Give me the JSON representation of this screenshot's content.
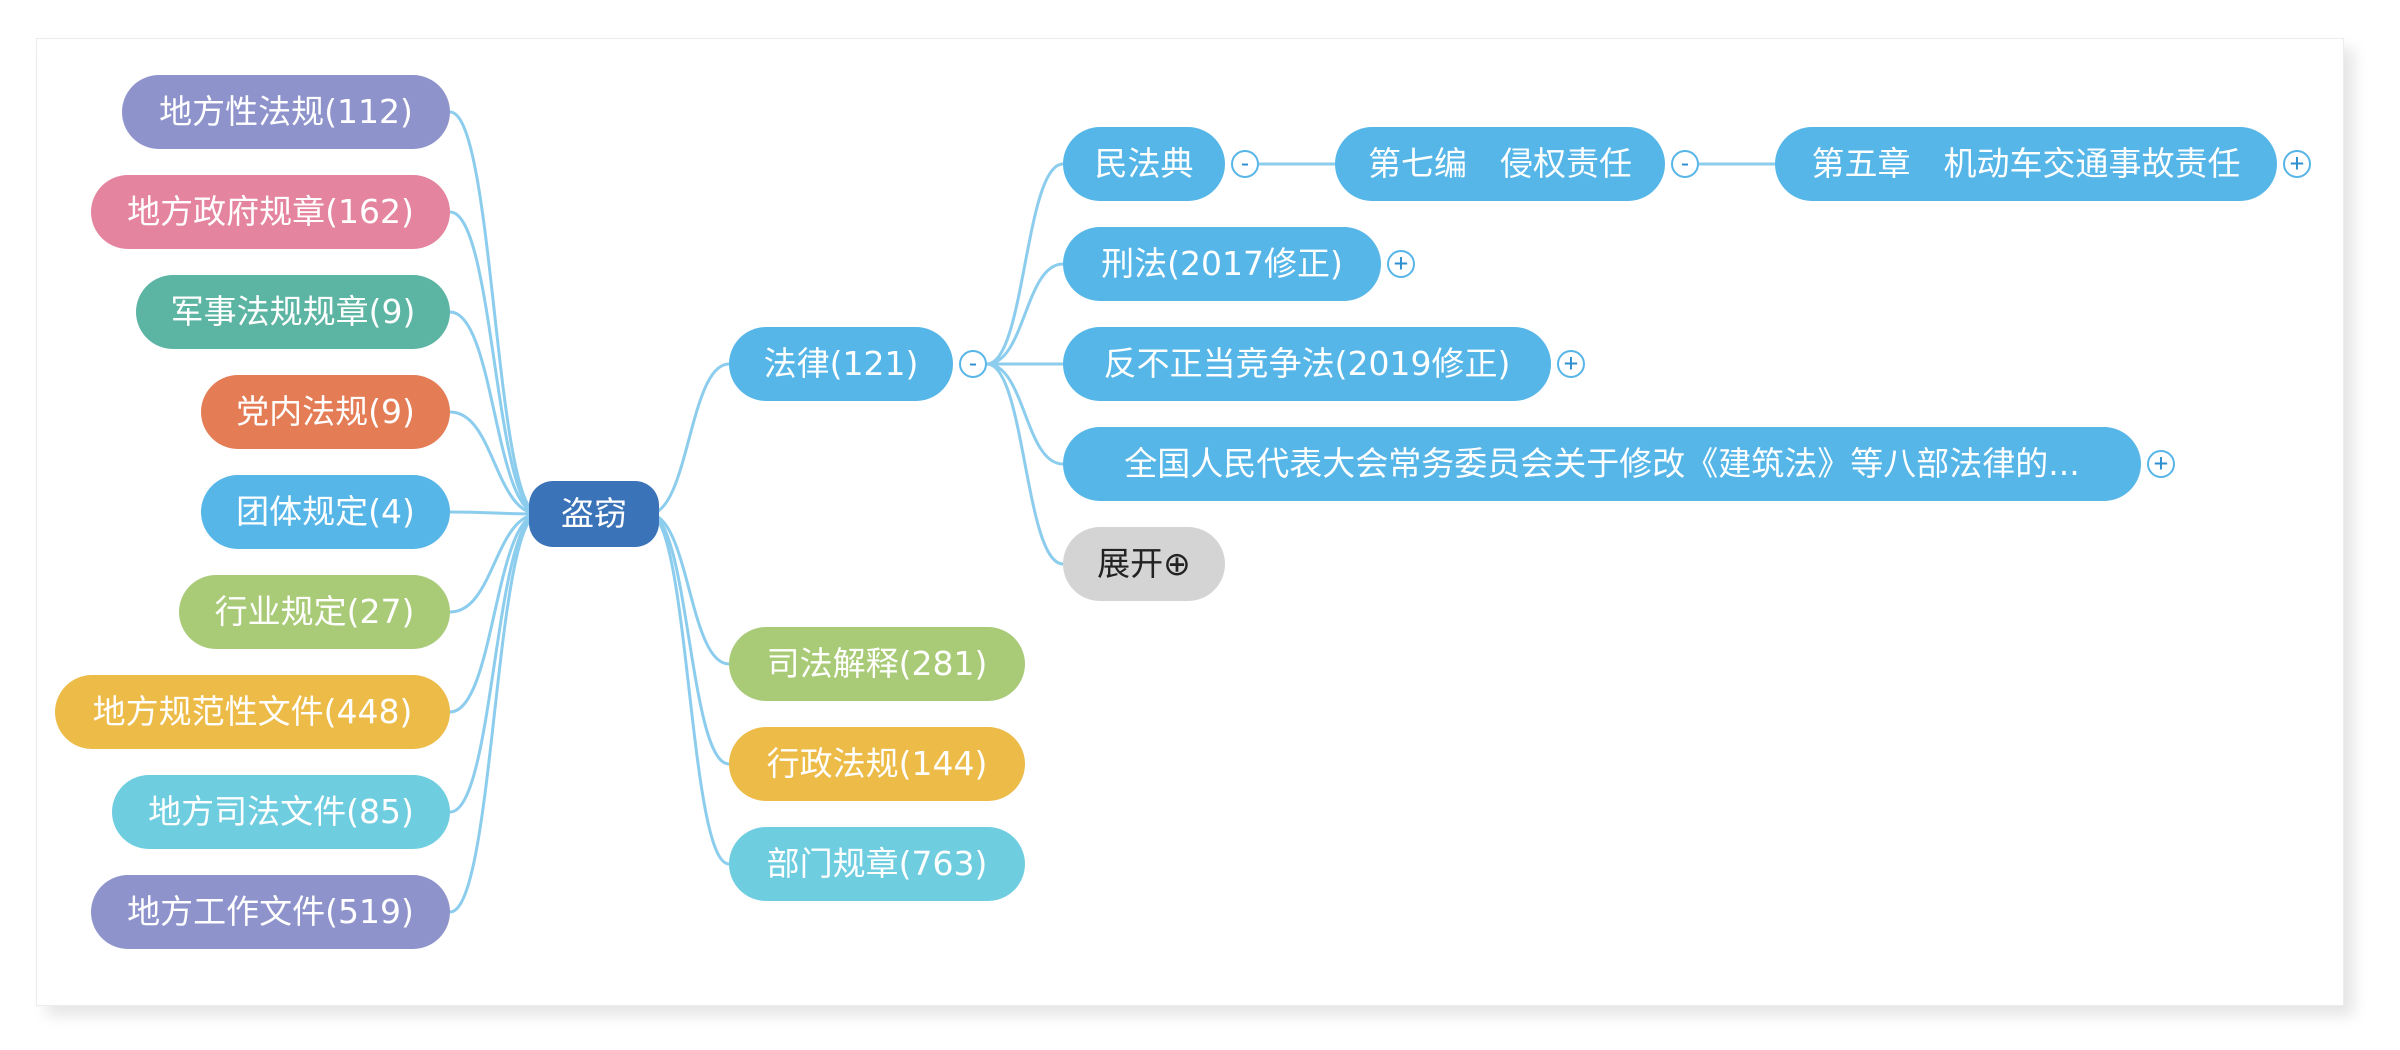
{
  "root": {
    "label": "盗窃",
    "color": "#3b73b9"
  },
  "left_branches": [
    {
      "label": "地方性法规(112)",
      "color": "#8f93cb"
    },
    {
      "label": "地方政府规章(162)",
      "color": "#e5849e"
    },
    {
      "label": "军事法规规章(9)",
      "color": "#5cb4a3"
    },
    {
      "label": "党内法规(9)",
      "color": "#e47c55"
    },
    {
      "label": "团体规定(4)",
      "color": "#56b6e8"
    },
    {
      "label": "行业规定(27)",
      "color": "#a9cb77"
    },
    {
      "label": "地方规范性文件(448)",
      "color": "#edbb47"
    },
    {
      "label": "地方司法文件(85)",
      "color": "#6fcde0"
    },
    {
      "label": "地方工作文件(519)",
      "color": "#8f93cb"
    }
  ],
  "law": {
    "label": "法律(121)",
    "color": "#56b6e8",
    "toggle": "-",
    "children": [
      {
        "label": "民法典",
        "toggle": "-"
      },
      {
        "label": "刑法(2017修正)",
        "toggle": "+"
      },
      {
        "label": "反不正当竞争法(2019修正)",
        "toggle": "+"
      },
      {
        "label": "全国人民代表大会常务委员会关于修改《建筑法》等八部法律的...",
        "toggle": "+"
      },
      {
        "label": "展开⊕",
        "color": "#d4d4d4"
      }
    ],
    "civil_code_path": [
      {
        "label": "第七编　侵权责任",
        "toggle": "-"
      },
      {
        "label": "第五章　机动车交通事故责任",
        "toggle": "+"
      }
    ]
  },
  "right_branches": [
    {
      "label": "司法解释(281)",
      "color": "#a9cb77"
    },
    {
      "label": "行政法规(144)",
      "color": "#edbb47"
    },
    {
      "label": "部门规章(763)",
      "color": "#6fcde0"
    }
  ],
  "colors": {
    "link": "#8ccdee",
    "leaf_blue": "#56b6e8"
  }
}
